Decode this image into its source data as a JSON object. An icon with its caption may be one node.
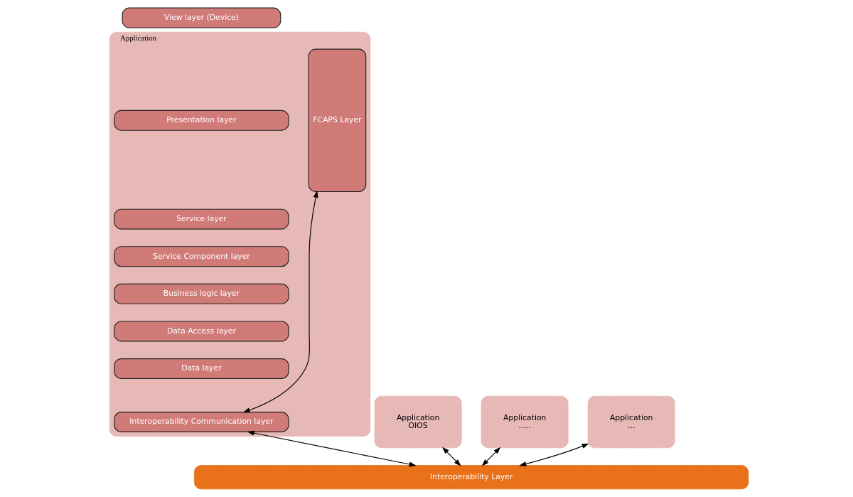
{
  "diagram": {
    "nodes": [
      {
        "text": [
          "View layer (Device)"
        ]
      },
      {
        "text": [
          "Application"
        ]
      },
      {
        "text": [
          "FCAPS Layer"
        ],
        "in": 1
      },
      {
        "text": [
          "Presentation layer"
        ],
        "in": 1
      },
      {
        "text": [
          "Service layer"
        ],
        "in": 1
      },
      {
        "text": [
          "Service Component layer"
        ],
        "in": 1
      },
      {
        "text": [
          "Business logic layer"
        ],
        "in": 1
      },
      {
        "text": [
          "Data Access layer"
        ],
        "in": 1
      },
      {
        "text": [
          "Data layer"
        ],
        "in": 1
      },
      {
        "text": [
          "Interoperability Communication layer"
        ],
        "in": 1
      },
      {
        "text": [
          "Application",
          "OIOS"
        ]
      },
      {
        "text": [
          "Application",
          "....."
        ]
      },
      {
        "text": [
          "Application",
          "..."
        ]
      },
      {
        "text": [
          "Interoperability Layer"
        ]
      }
    ],
    "edges": [
      {
        "from": 2,
        "to": 9,
        "arrow": "both"
      },
      {
        "from": 9,
        "to": 13,
        "arrow": "both"
      },
      {
        "from": 10,
        "to": 13,
        "arrow": "both"
      },
      {
        "from": 11,
        "to": 13,
        "arrow": "both"
      },
      {
        "from": 12,
        "to": 13,
        "arrow": "both"
      }
    ]
  }
}
